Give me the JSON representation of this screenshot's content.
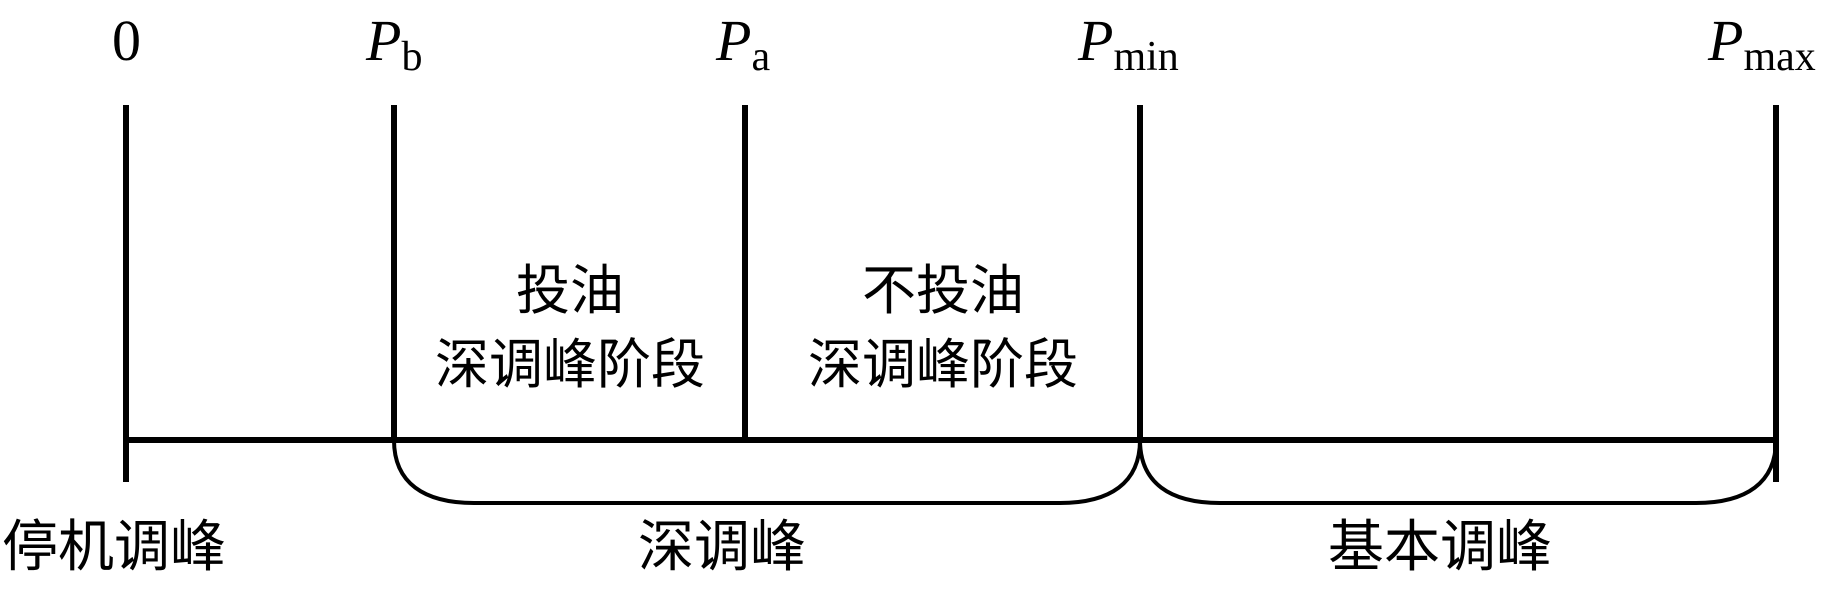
{
  "diagram": {
    "title": "",
    "ticks": [
      {
        "id": "zero",
        "symbol": "0",
        "sub": ""
      },
      {
        "id": "pb",
        "symbol": "P",
        "sub": "b"
      },
      {
        "id": "pa",
        "symbol": "P",
        "sub": "a"
      },
      {
        "id": "pmin",
        "symbol": "P",
        "sub": "min"
      },
      {
        "id": "pmax",
        "symbol": "P",
        "sub": "max"
      }
    ],
    "stages": [
      {
        "id": "oil",
        "line1": "投油",
        "line2": "深调峰阶段",
        "from": "pb",
        "to": "pa"
      },
      {
        "id": "no-oil",
        "line1": "不投油",
        "line2": "深调峰阶段",
        "from": "pa",
        "to": "pmin"
      }
    ],
    "regions": [
      {
        "id": "shutdown",
        "label": "停机调峰",
        "from": "zero",
        "to": "pb",
        "brace": false
      },
      {
        "id": "deep",
        "label": "深调峰",
        "from": "pb",
        "to": "pmin",
        "brace": true
      },
      {
        "id": "basic",
        "label": "基本调峰",
        "from": "pmin",
        "to": "pmax",
        "brace": true
      }
    ],
    "line_color": "#000000"
  }
}
